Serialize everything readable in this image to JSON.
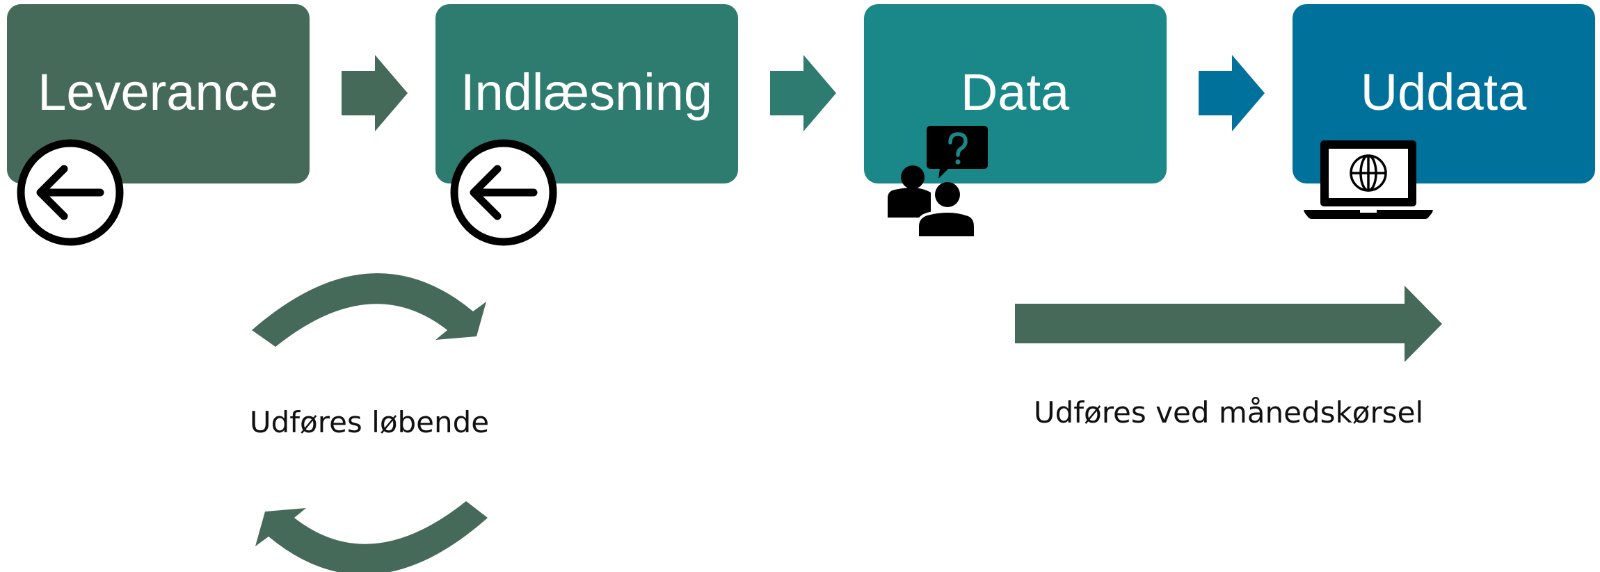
{
  "steps": [
    {
      "label": "Leverance",
      "color": "#466a59"
    },
    {
      "label": "Indlæsning",
      "color": "#2e7b6f"
    },
    {
      "label": "Data",
      "color": "#1a8888"
    },
    {
      "label": "Uddata",
      "color": "#00719a"
    }
  ],
  "captions": {
    "continuous": "Udføres løbende",
    "monthly": "Udføres ved månedskørsel"
  },
  "colors": {
    "cycle_arrows": "#466a59",
    "monthly_arrow": "#466a59",
    "icons": "#000000",
    "question_accent": "#1a8888"
  },
  "icons": [
    "left-arrow-circle-icon",
    "left-arrow-circle-icon",
    "people-question-icon",
    "laptop-globe-icon"
  ]
}
